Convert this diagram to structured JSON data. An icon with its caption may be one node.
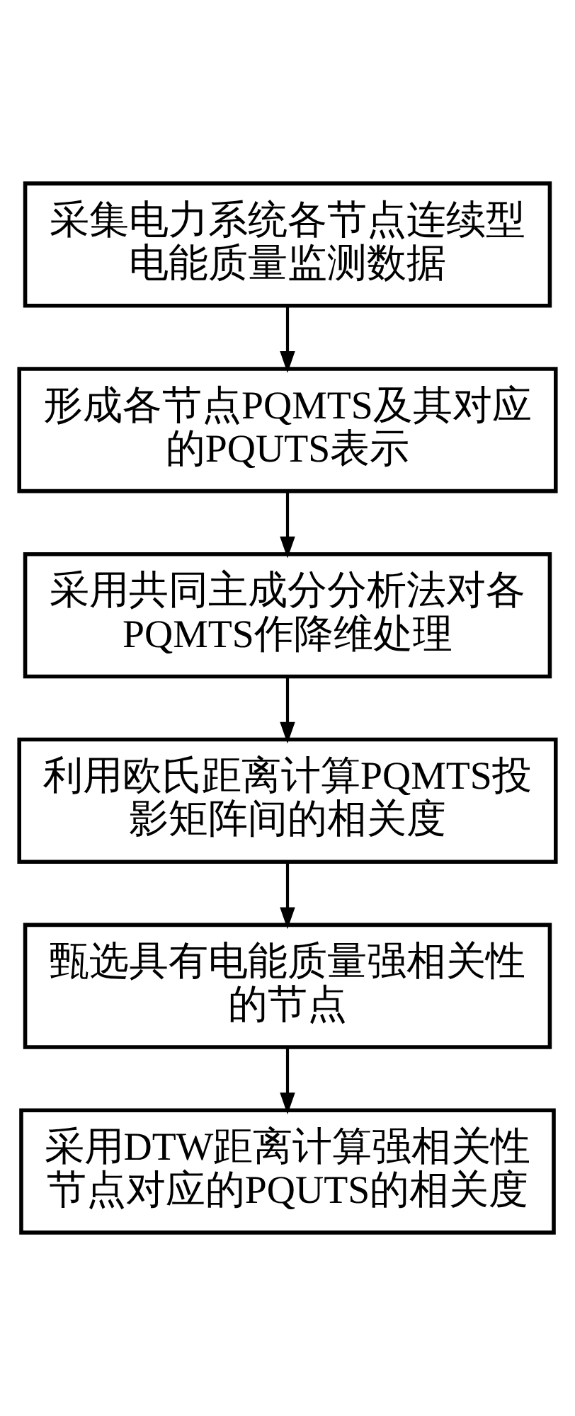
{
  "diagram": {
    "nodes": [
      {
        "text": [
          "采集电力系统各节点连续型电能质量监测数据"
        ]
      },
      {
        "text": [
          "形成各节点PQMTS及其对应的PQUTS表示"
        ]
      },
      {
        "text": [
          "采用共同主成分分析法对各PQMTS作降维处理"
        ]
      },
      {
        "text": [
          "利用欧氏距离计算PQMTS投影矩阵间的相关度"
        ]
      },
      {
        "text": [
          "甄选具有电能质量强相关性的节点"
        ]
      },
      {
        "text": [
          "采用DTW距离计算强相关性节点对应的PQUTS的相关度"
        ]
      }
    ],
    "edges": [
      {
        "from": 0,
        "to": 1,
        "arrow": "to"
      },
      {
        "from": 1,
        "to": 2,
        "arrow": "to"
      },
      {
        "from": 2,
        "to": 3,
        "arrow": "to"
      },
      {
        "from": 3,
        "to": 4,
        "arrow": "to"
      },
      {
        "from": 4,
        "to": 5,
        "arrow": "to"
      }
    ]
  }
}
